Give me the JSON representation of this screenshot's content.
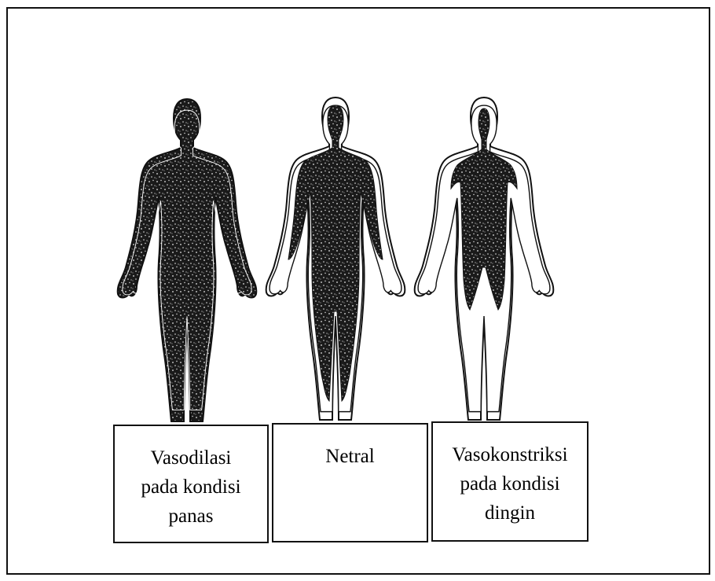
{
  "panels": [
    {
      "id": "hot",
      "lines": [
        "Vasodilasi",
        "pada kondisi",
        "panas"
      ]
    },
    {
      "id": "neutral",
      "lines": [
        "Netral"
      ]
    },
    {
      "id": "cold",
      "lines": [
        "Vasokonstriksi",
        "pada kondisi",
        "dingin"
      ]
    }
  ],
  "colors": {
    "border": "#111111",
    "dark_fill": "#1a1a1a",
    "speckle": "#e8e8e8"
  }
}
